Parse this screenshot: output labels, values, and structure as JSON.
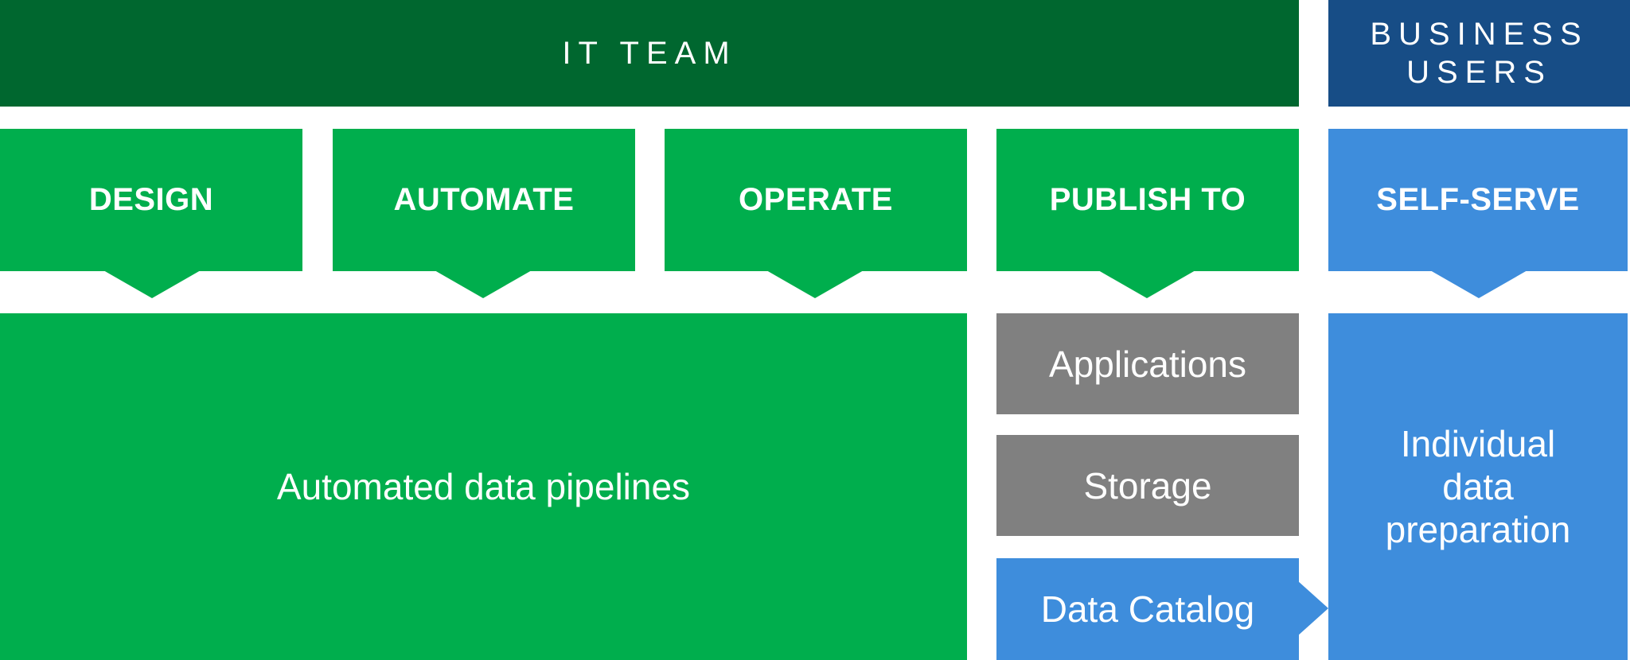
{
  "header": {
    "it_team": "IT TEAM",
    "business_users": "BUSINESS\nUSERS"
  },
  "stages": {
    "design": "DESIGN",
    "automate": "AUTOMATE",
    "operate": "OPERATE",
    "publish_to": "PUBLISH TO",
    "self_serve": "SELF-SERVE"
  },
  "blocks": {
    "pipelines": "Automated data pipelines",
    "applications": "Applications",
    "storage": "Storage",
    "data_catalog": "Data Catalog",
    "individual_prep": "Individual\ndata\npreparation"
  },
  "colors": {
    "dark_green": "#00672f",
    "green": "#00ae4d",
    "navy": "#174d86",
    "blue": "#3e8ddc",
    "gray": "#808080"
  }
}
